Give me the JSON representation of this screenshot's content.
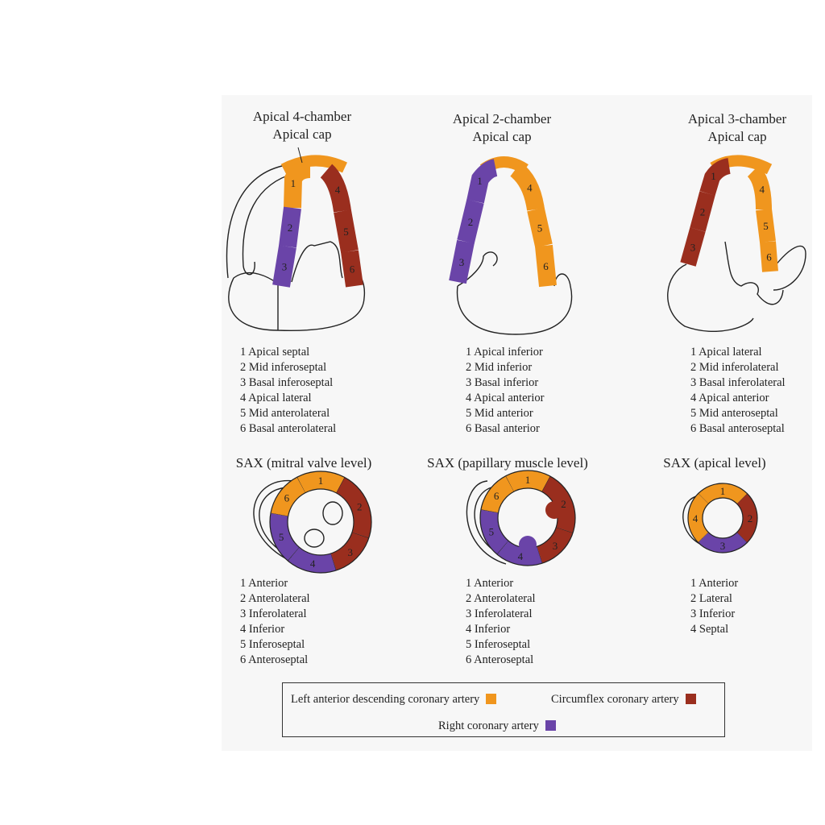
{
  "colors": {
    "lad": "#f0961e",
    "cx": "#9a2e1e",
    "rca": "#6a44a8"
  },
  "views": [
    {
      "title": "Apical 4-chamber",
      "cap": "Apical cap",
      "segments": [
        {
          "n": "1",
          "name": "Apical septal",
          "artery": "lad"
        },
        {
          "n": "2",
          "name": "Mid inferoseptal",
          "artery": "rca"
        },
        {
          "n": "3",
          "name": "Basal inferoseptal",
          "artery": "rca"
        },
        {
          "n": "4",
          "name": "Apical lateral",
          "artery": "cx"
        },
        {
          "n": "5",
          "name": "Mid anterolateral",
          "artery": "cx"
        },
        {
          "n": "6",
          "name": "Basal anterolateral",
          "artery": "cx"
        }
      ]
    },
    {
      "title": "Apical 2-chamber",
      "cap": "Apical cap",
      "segments": [
        {
          "n": "1",
          "name": "Apical inferior",
          "artery": "rca"
        },
        {
          "n": "2",
          "name": "Mid inferior",
          "artery": "rca"
        },
        {
          "n": "3",
          "name": "Basal inferior",
          "artery": "rca"
        },
        {
          "n": "4",
          "name": "Apical anterior",
          "artery": "lad"
        },
        {
          "n": "5",
          "name": "Mid anterior",
          "artery": "lad"
        },
        {
          "n": "6",
          "name": "Basal anterior",
          "artery": "lad"
        }
      ]
    },
    {
      "title": "Apical 3-chamber",
      "cap": "Apical cap",
      "segments": [
        {
          "n": "1",
          "name": "Apical lateral",
          "artery": "cx"
        },
        {
          "n": "2",
          "name": "Mid inferolateral",
          "artery": "cx"
        },
        {
          "n": "3",
          "name": "Basal inferolateral",
          "artery": "cx"
        },
        {
          "n": "4",
          "name": "Apical anterior",
          "artery": "lad"
        },
        {
          "n": "5",
          "name": "Mid anteroseptal",
          "artery": "lad"
        },
        {
          "n": "6",
          "name": "Basal anteroseptal",
          "artery": "lad"
        }
      ]
    },
    {
      "title": "SAX (mitral valve level)",
      "segments": [
        {
          "n": "1",
          "name": "Anterior",
          "artery": "lad"
        },
        {
          "n": "2",
          "name": "Anterolateral",
          "artery": "cx"
        },
        {
          "n": "3",
          "name": "Inferolateral",
          "artery": "cx"
        },
        {
          "n": "4",
          "name": "Inferior",
          "artery": "rca"
        },
        {
          "n": "5",
          "name": "Inferoseptal",
          "artery": "rca"
        },
        {
          "n": "6",
          "name": "Anteroseptal",
          "artery": "lad"
        }
      ]
    },
    {
      "title": "SAX (papillary muscle level)",
      "segments": [
        {
          "n": "1",
          "name": "Anterior",
          "artery": "lad"
        },
        {
          "n": "2",
          "name": "Anterolateral",
          "artery": "cx"
        },
        {
          "n": "3",
          "name": "Inferolateral",
          "artery": "cx"
        },
        {
          "n": "4",
          "name": "Inferior",
          "artery": "rca"
        },
        {
          "n": "5",
          "name": "Inferoseptal",
          "artery": "rca"
        },
        {
          "n": "6",
          "name": "Anteroseptal",
          "artery": "lad"
        }
      ]
    },
    {
      "title": "SAX (apical level)",
      "segments": [
        {
          "n": "1",
          "name": "Anterior",
          "artery": "lad"
        },
        {
          "n": "2",
          "name": "Lateral",
          "artery": "cx"
        },
        {
          "n": "3",
          "name": "Inferior",
          "artery": "rca"
        },
        {
          "n": "4",
          "name": "Septal",
          "artery": "lad"
        }
      ]
    }
  ],
  "legend": {
    "lad": "Left anterior descending coronary artery",
    "cx": "Circumflex coronary artery",
    "rca": "Right coronary artery"
  }
}
